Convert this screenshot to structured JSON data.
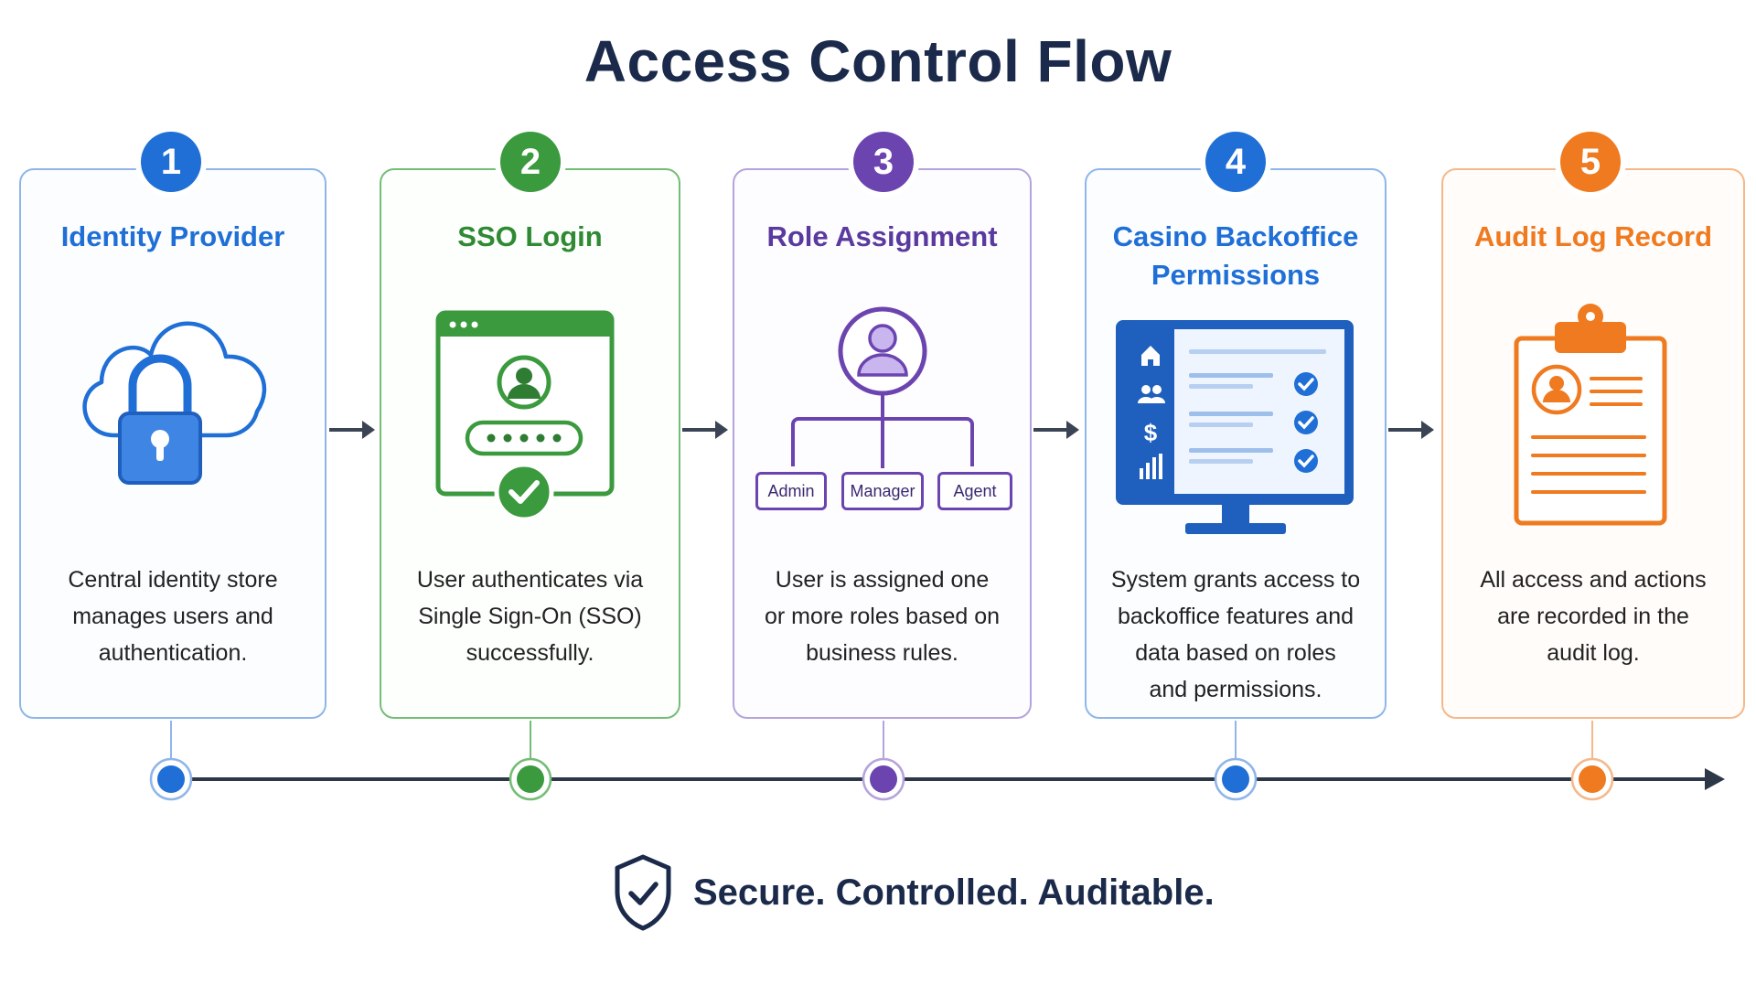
{
  "title": "Access Control Flow",
  "colors": {
    "blue": "#1f6fd6",
    "green": "#3a9a3d",
    "purple": "#6b44b0",
    "orange": "#ef7a1f",
    "dark": "#1b2a4a"
  },
  "steps": [
    {
      "number": "1",
      "title": "Identity Provider",
      "description_lines": [
        "Central identity store",
        "manages users and",
        "authentication."
      ],
      "icon": "cloud-lock-icon"
    },
    {
      "number": "2",
      "title": "SSO Login",
      "description_lines": [
        "User authenticates via",
        "Single Sign-On (SSO)",
        "successfully."
      ],
      "icon": "browser-login-icon",
      "password_mask": "•••••"
    },
    {
      "number": "3",
      "title": "Role Assignment",
      "description_lines": [
        "User is assigned one",
        "or more roles based on",
        "business rules."
      ],
      "icon": "role-tree-icon",
      "roles": [
        "Admin",
        "Manager",
        "Agent"
      ]
    },
    {
      "number": "4",
      "title_lines": [
        "Casino Backoffice",
        "Permissions"
      ],
      "description_lines": [
        "System grants access to",
        "backoffice features and",
        "data based on roles",
        "and permissions."
      ],
      "icon": "monitor-permissions-icon",
      "sidebar_symbol": "$"
    },
    {
      "number": "5",
      "title": "Audit Log Record",
      "description_lines": [
        "All access and actions",
        "are recorded in the",
        "audit log."
      ],
      "icon": "clipboard-log-icon"
    }
  ],
  "footer": {
    "text": "Secure. Controlled. Auditable.",
    "icon": "shield-check-icon"
  }
}
